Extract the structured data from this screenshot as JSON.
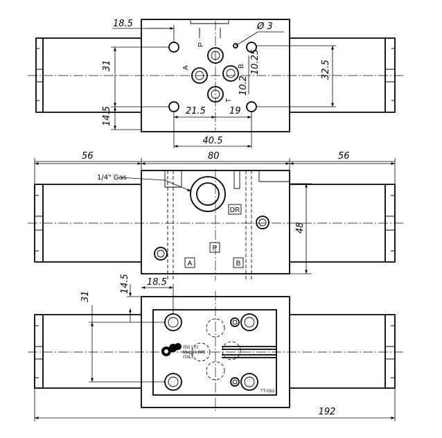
{
  "top_view": {
    "dim_18_5": "18.5",
    "dim_diameter_3": "Ø 3",
    "dim_31": "31",
    "dim_32_5": "32.5",
    "dim_14_5": "14.5",
    "dim_21_5": "21.5",
    "dim_19": "19",
    "dim_10_2": "10.2",
    "dim_10_25": "10.25",
    "dim_40_5": "40.5",
    "port_p": "P",
    "port_a": "A",
    "port_b": "B",
    "port_t": "T"
  },
  "middle_view": {
    "dim_left_56": "56",
    "dim_80": "80",
    "dim_right_56": "56",
    "dim_48": "48",
    "gas_label": "1/4\" Gas",
    "tag_dr": "DR",
    "tag_p": "P",
    "tag_a": "A",
    "tag_b": "B"
  },
  "bottom_view": {
    "dim_14_5": "14.5",
    "dim_18_5": "18.5",
    "dim_31": "31",
    "dim_192": "192",
    "nameplate_line1": "ISO s.r.l.",
    "nameplate_line2": "Muggiò (MI)",
    "nameplate_line3": "ITALY",
    "plate_code": "TT-03/2"
  }
}
